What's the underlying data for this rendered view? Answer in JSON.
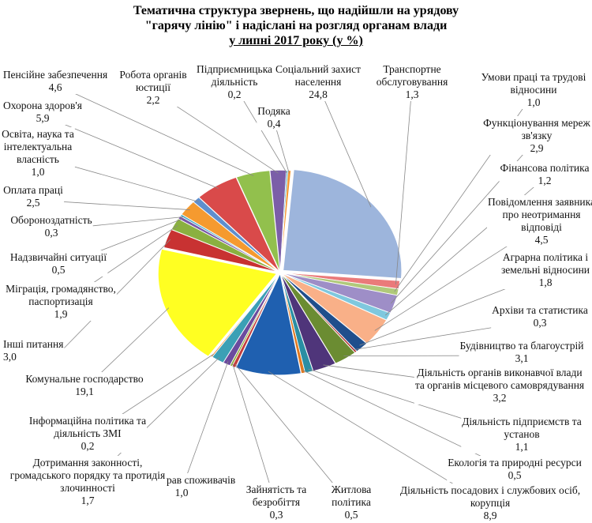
{
  "chart_data": {
    "type": "pie",
    "title": [
      "Тематична структура звернень, що надійшли на урядову",
      "\"гарячу лінію\" і надіслані на розгляд органам влади",
      "у  липні 2017 року (у %)"
    ],
    "slices": [
      {
        "name": "Соціальний захист населення",
        "value": "24,8",
        "color": "#9db5dc"
      },
      {
        "name": "Транспортне обслуговування",
        "value": "1,3",
        "color": "#ea7a7a"
      },
      {
        "name": "Умови праці та трудові відносини",
        "value": "1,0",
        "color": "#b0c97a"
      },
      {
        "name": "Функціонування мереж зв'язку",
        "value": "2,9",
        "color": "#9e8ec7"
      },
      {
        "name": "Фінансова політика",
        "value": "1,2",
        "color": "#7fc8de"
      },
      {
        "name": "Повідомлення заявника про неотримання відповіді",
        "value": "4,5",
        "color": "#f9b088"
      },
      {
        "name": "Аграрна політика і земельні відносини",
        "value": "1,8",
        "color": "#1f4e8c"
      },
      {
        "name": "Архіви та статистика",
        "value": "0,3",
        "color": "#b03232"
      },
      {
        "name": "Будівництво та благоустрій",
        "value": "3,1",
        "color": "#6b8c32"
      },
      {
        "name": "Діяльність органів виконавчої влади та органів місцевого самоврядування",
        "value": "3,2",
        "color": "#4f357a"
      },
      {
        "name": "Діяльність підприємств та установ",
        "value": "1,1",
        "color": "#2a8ea3"
      },
      {
        "name": "Екологія та природні ресурси",
        "value": "0,5",
        "color": "#e0781f"
      },
      {
        "name": "Діяльність посадових і службових осіб, корупція",
        "value": "8,9",
        "color": "#1f60b0"
      },
      {
        "name": "Житлова політика",
        "value": "0,5",
        "color": "#c23d3d"
      },
      {
        "name": "Зайнятість та безробіття",
        "value": "0,3",
        "color": "#8fae3d"
      },
      {
        "name": "Захист прав споживачів",
        "value": "1,0",
        "color": "#6b4b9e"
      },
      {
        "name": "Дотримання законності, громадського порядку та протидія злочинності",
        "value": "1,7",
        "color": "#3ba0b5"
      },
      {
        "name": "Інформаційна політика та діяльність ЗМІ",
        "value": "0,2",
        "color": "#f08a2a"
      },
      {
        "name": "Комунальне господарство",
        "value": "19,1",
        "color": "#ffff22"
      },
      {
        "name": "Інші питання",
        "value": "3,0",
        "color": "#c83232"
      },
      {
        "name": "Міграція, громадянство, паспортизація",
        "value": "1,9",
        "color": "#8ab040"
      },
      {
        "name": "Надзвичайні ситуації",
        "value": "0,5",
        "color": "#7a5aa8"
      },
      {
        "name": "Обороноздатність",
        "value": "0,3",
        "color": "#46aac8"
      },
      {
        "name": "Оплата праці",
        "value": "2,5",
        "color": "#f59a2f"
      },
      {
        "name": "Освіта, наука та інтелектуальна власність",
        "value": "1,0",
        "color": "#5f8fce"
      },
      {
        "name": "Охорона здоров'я",
        "value": "5,9",
        "color": "#d94a4a"
      },
      {
        "name": "Пенсійне забезпечення",
        "value": "4,6",
        "color": "#92c04d"
      },
      {
        "name": "Робота органів юстиції",
        "value": "2,2",
        "color": "#7b5ea8"
      },
      {
        "name": "Підприємницька діяльність",
        "value": "0,2",
        "color": "#35a0b8"
      },
      {
        "name": "Подяка",
        "value": "0,4",
        "color": "#f49832"
      }
    ]
  }
}
